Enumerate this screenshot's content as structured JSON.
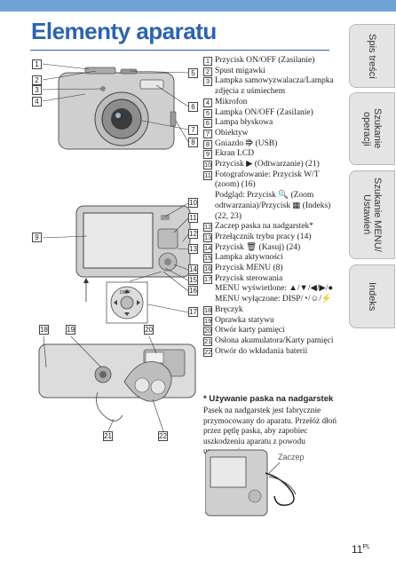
{
  "page": {
    "title": "Elementy aparatu",
    "page_number": "11",
    "page_lang": "PL"
  },
  "tabs": [
    {
      "label": "Spis treści"
    },
    {
      "label": "Szukanie\noperacji"
    },
    {
      "label": "Szukanie MENU/\nUstawień"
    },
    {
      "label": "Indeks"
    }
  ],
  "parts": [
    {
      "num": "1",
      "text": "Przycisk ON/OFF (Zasilanie)"
    },
    {
      "num": "2",
      "text": "Spust migawki"
    },
    {
      "num": "3",
      "text": "Lampka samowyzwalacza/Lampka zdjęcia z uśmiechem"
    },
    {
      "num": "4",
      "text": "Mikrofon"
    },
    {
      "num": "5",
      "text": "Lampka ON/OFF (Zasilanie)"
    },
    {
      "num": "6",
      "text": "Lampa błyskowa"
    },
    {
      "num": "7",
      "text": "Obiektyw"
    },
    {
      "num": "8",
      "text": "Gniazdo ⭆ (USB)"
    },
    {
      "num": "9",
      "text": "Ekran LCD"
    },
    {
      "num": "10",
      "text": "Przycisk ▶ (Odtwarzanie) (21)"
    },
    {
      "num": "11",
      "text": "Fotografowanie: Przycisk W/T (zoom) (16)",
      "sub": "Podgląd: Przycisk 🔍 (Zoom odtwarzania)/Przycisk ▦ (Indeks) (22, 23)"
    },
    {
      "num": "12",
      "text": "Zaczep paska na nadgarstek*"
    },
    {
      "num": "13",
      "text": "Przełącznik trybu pracy (14)"
    },
    {
      "num": "14",
      "text": "Przycisk 🗑 (Kasuj) (24)"
    },
    {
      "num": "15",
      "text": "Lampka aktywności"
    },
    {
      "num": "16",
      "text": "Przycisk MENU (8)"
    },
    {
      "num": "17",
      "text": "Przycisk sterowania",
      "sub": "MENU wyświetlone: ▲/▼/◀/▶/●",
      "sub2": "MENU wyłączone: DISP/◔/☺/⚡"
    },
    {
      "num": "18",
      "text": "Bręczyk"
    },
    {
      "num": "19",
      "text": "Oprawka statywu"
    },
    {
      "num": "20",
      "text": "Otwór karty pamięci"
    },
    {
      "num": "21",
      "text": "Osłona akumulatora/Karty pamięci"
    },
    {
      "num": "22",
      "text": "Otwór do wkładania baterii"
    }
  ],
  "note": {
    "title": "* Używanie paska na nadgarstek",
    "body": "Pasek na nadgarstek jest fabrycznie przymocowany do aparatu. Przełóż dłoń przez pętlę paska, aby zapobiec uszkodzeniu aparatu z powodu upuszczenia.",
    "strap_label": "Zaczep"
  },
  "figure_labels": {
    "front": [
      "1",
      "2",
      "3",
      "4",
      "5",
      "6",
      "7",
      "8"
    ],
    "back": [
      "9",
      "10",
      "11",
      "12",
      "13",
      "14",
      "15",
      "16",
      "17"
    ],
    "bottom": [
      "18",
      "19",
      "20",
      "21",
      "22"
    ],
    "disp": "DISP"
  }
}
